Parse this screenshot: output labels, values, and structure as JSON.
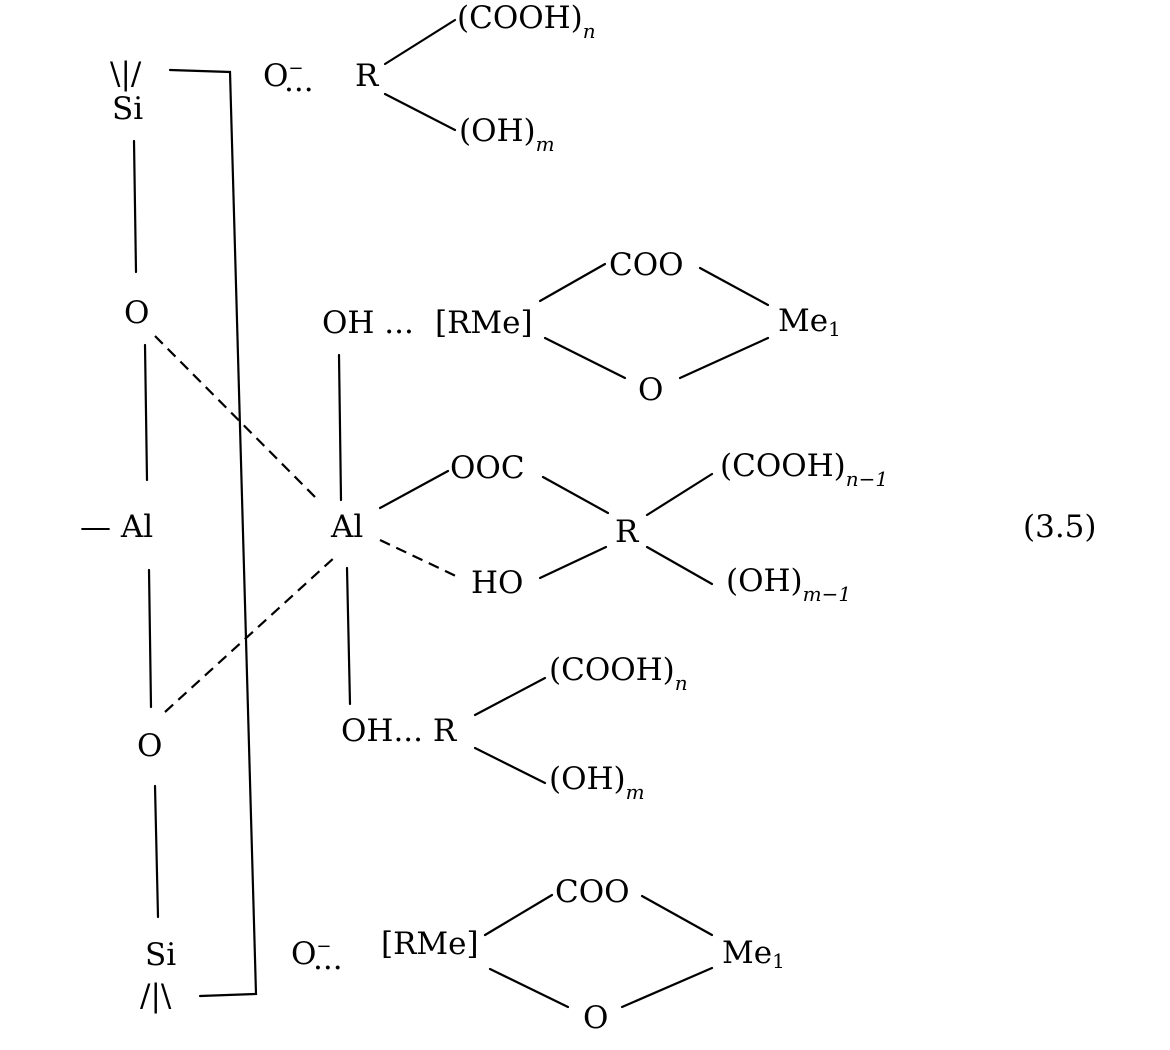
{
  "scheme": {
    "equation_number": "(3.5)",
    "top_si": {
      "bonds_label": "\\|/",
      "atom": "Si"
    },
    "bottom_si": {
      "bonds_label": "/|\\",
      "atom": "Si"
    },
    "left_chain": {
      "o_upper": "O",
      "al": "— Al",
      "o_lower": "O"
    },
    "center_al": "Al",
    "row1": {
      "o": "O",
      "charge": "−",
      "dots": "...",
      "r": "R",
      "cooh": "(COOH)",
      "cooh_sub": "n",
      "oh": "(OH)",
      "oh_sub": "m"
    },
    "row2": {
      "oh": "OH ...",
      "rme": "[RMe]",
      "coo": "COO",
      "me1": "Me",
      "me1_sub": "1",
      "o": "O"
    },
    "row3": {
      "ooc": "OOC",
      "ho": "HO",
      "r": "R",
      "cooh": "(COOH)",
      "cooh_sub": "n−1",
      "oh": "(OH)",
      "oh_sub": "m−1"
    },
    "row4": {
      "oh": "OH... R",
      "cooh": "(COOH)",
      "cooh_sub": "n",
      "oh2": "(OH)",
      "oh2_sub": "m"
    },
    "row5": {
      "o": "O",
      "charge": "−",
      "dots": "...",
      "rme": "[RMe]",
      "coo": "COO",
      "me1": "Me",
      "me1_sub": "1",
      "o2": "O"
    }
  }
}
